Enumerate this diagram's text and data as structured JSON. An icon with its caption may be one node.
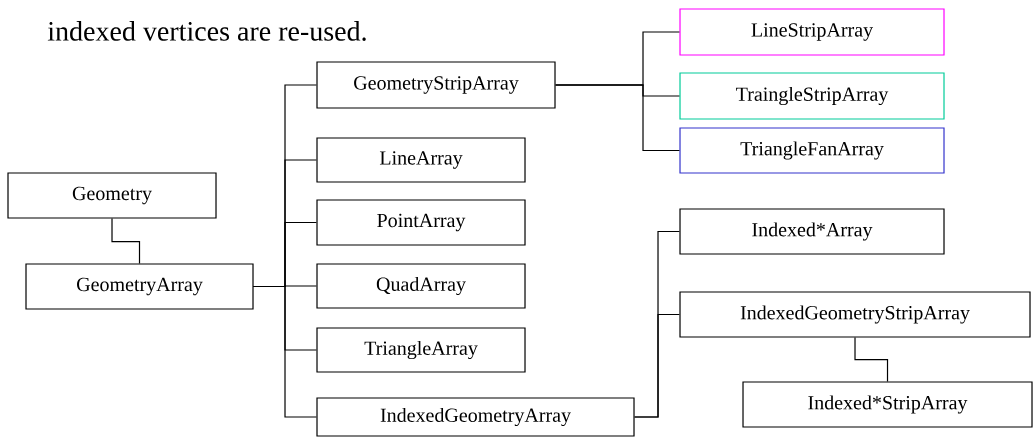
{
  "diagram": {
    "nodes": [
      {
        "text": [
          "Geometry"
        ]
      },
      {
        "text": [
          "GeometryArray"
        ]
      },
      {
        "text": [
          "GeometryStripArray"
        ]
      },
      {
        "text": [
          "LineStripArray"
        ]
      },
      {
        "text": [
          "TraingleStripArray"
        ]
      },
      {
        "text": [
          "TriangleFanArray"
        ]
      },
      {
        "text": [
          "LineArray"
        ]
      },
      {
        "text": [
          "PointArray"
        ]
      },
      {
        "text": [
          "QuadArray"
        ]
      },
      {
        "text": [
          "TriangleArray"
        ]
      },
      {
        "text": [
          "IndexedGeometryArray"
        ]
      },
      {
        "text": [
          "Indexed*Array"
        ]
      },
      {
        "text": [
          "IndexedGeometryStripArray"
        ]
      },
      {
        "text": [
          "Indexed*StripArray"
        ]
      }
    ],
    "edges": [
      {
        "from": 0,
        "to": 1,
        "arrow": "none"
      },
      {
        "from": 1,
        "to": 2,
        "arrow": "none"
      },
      {
        "from": 2,
        "to": 3,
        "arrow": "none"
      },
      {
        "from": 2,
        "to": 4,
        "arrow": "none"
      },
      {
        "from": 2,
        "to": 5,
        "arrow": "none"
      },
      {
        "from": 1,
        "to": 6,
        "arrow": "none"
      },
      {
        "from": 1,
        "to": 7,
        "arrow": "none"
      },
      {
        "from": 1,
        "to": 8,
        "arrow": "none"
      },
      {
        "from": 1,
        "to": 9,
        "arrow": "none"
      },
      {
        "from": 1,
        "to": 10,
        "arrow": "none"
      },
      {
        "from": 10,
        "to": 11,
        "arrow": "none"
      },
      {
        "from": 10,
        "to": 12,
        "arrow": "none"
      },
      {
        "from": 12,
        "to": 13,
        "arrow": "none"
      }
    ],
    "labels": [
      "indexed vertices are re-used."
    ]
  }
}
